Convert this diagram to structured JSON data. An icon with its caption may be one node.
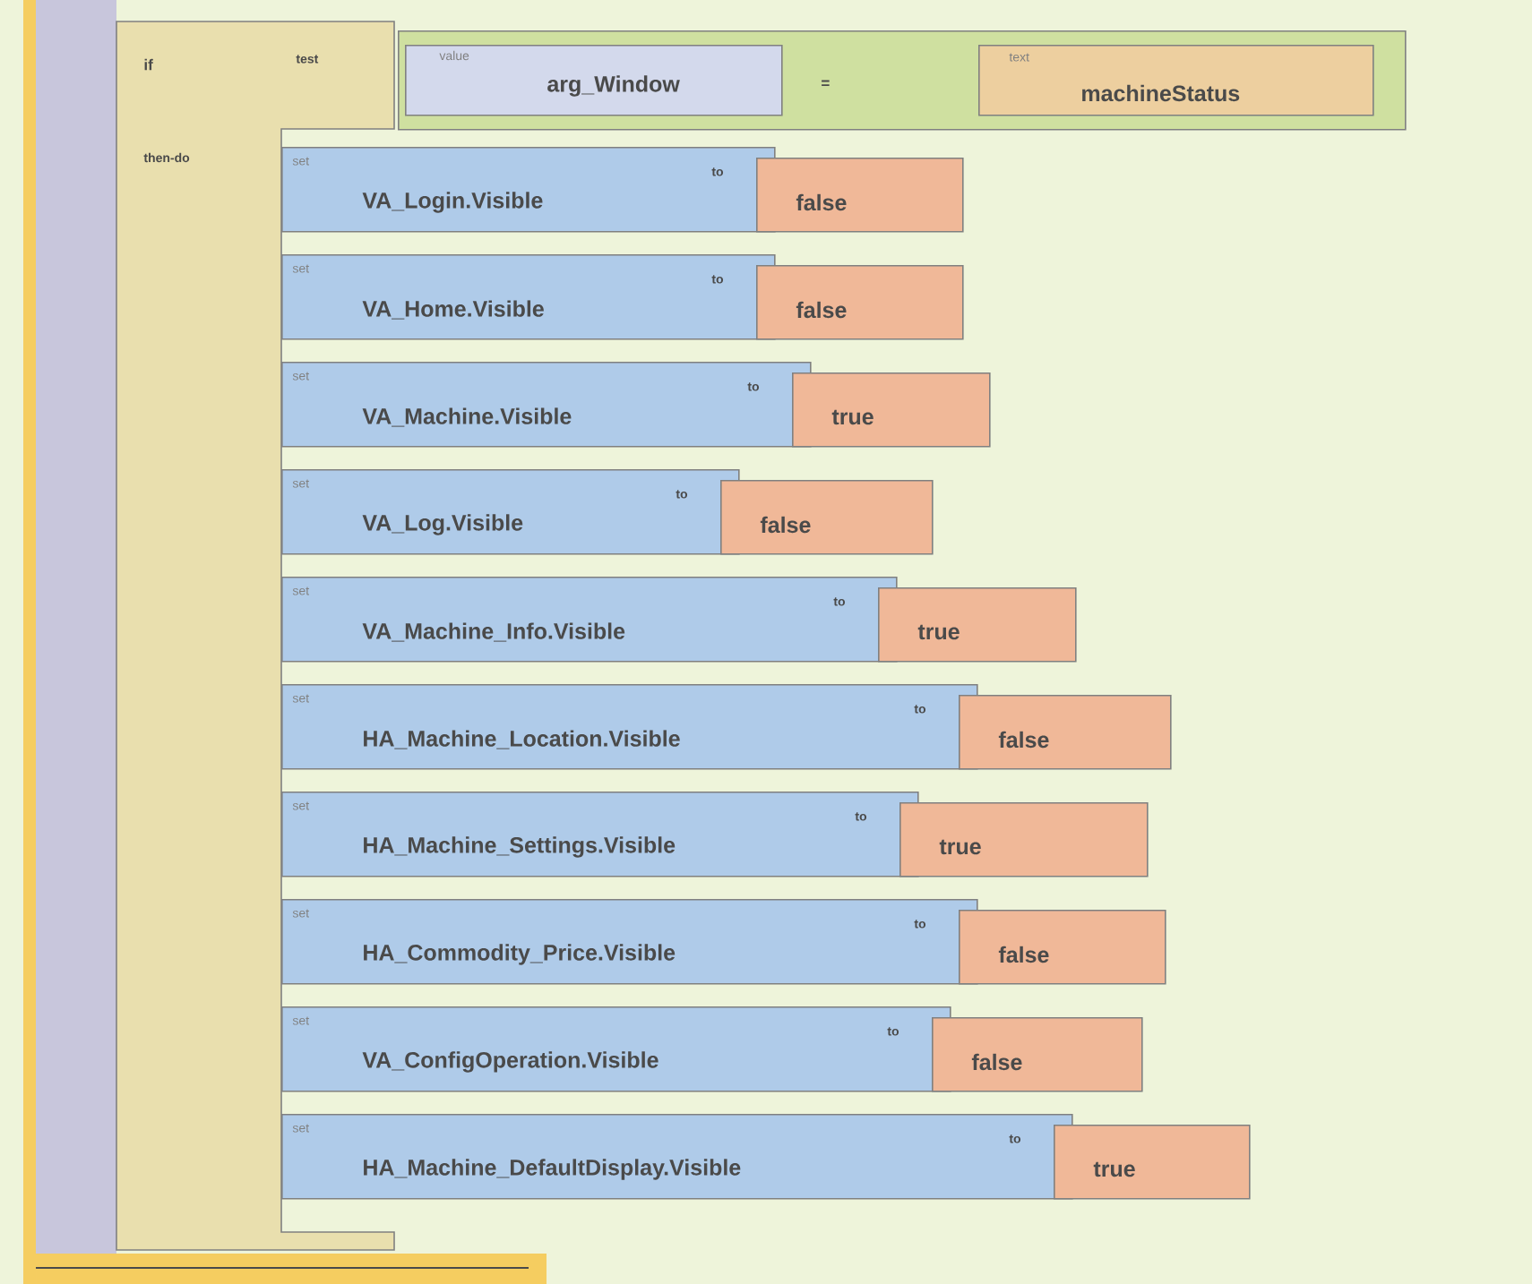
{
  "diagram": {
    "nodes": [
      {
        "text": [
          "if",
          "test",
          "then-do"
        ]
      },
      {
        "text": [
          "="
        ]
      },
      {
        "text": [
          "value",
          "arg_Window"
        ],
        "in": 1
      },
      {
        "text": [
          "text",
          "machineStatus"
        ],
        "in": 1
      },
      {
        "text": [
          "set",
          "VA_Login.Visible",
          "to"
        ]
      },
      {
        "text": [
          "false"
        ]
      },
      {
        "text": [
          "set",
          "VA_Home.Visible",
          "to"
        ]
      },
      {
        "text": [
          "false"
        ]
      },
      {
        "text": [
          "set",
          "VA_Machine.Visible",
          "to"
        ]
      },
      {
        "text": [
          "true"
        ]
      },
      {
        "text": [
          "set",
          "VA_Log.Visible",
          "to"
        ]
      },
      {
        "text": [
          "false"
        ]
      },
      {
        "text": [
          "set",
          "VA_Machine_Info.Visible",
          "to"
        ]
      },
      {
        "text": [
          "true"
        ]
      },
      {
        "text": [
          "set",
          "HA_Machine_Location.Visible",
          "to"
        ]
      },
      {
        "text": [
          "false"
        ]
      },
      {
        "text": [
          "set",
          "HA_Machine_Settings.Visible",
          "to"
        ]
      },
      {
        "text": [
          "true"
        ]
      },
      {
        "text": [
          "set",
          "HA_Commodity_Price.Visible",
          "to"
        ]
      },
      {
        "text": [
          "false"
        ]
      },
      {
        "text": [
          "set",
          "VA_ConfigOperation.Visible",
          "to"
        ]
      },
      {
        "text": [
          "false"
        ]
      },
      {
        "text": [
          "set",
          "HA_Machine_DefaultDisplay.Visible",
          "to"
        ]
      },
      {
        "text": [
          "true"
        ]
      }
    ]
  }
}
